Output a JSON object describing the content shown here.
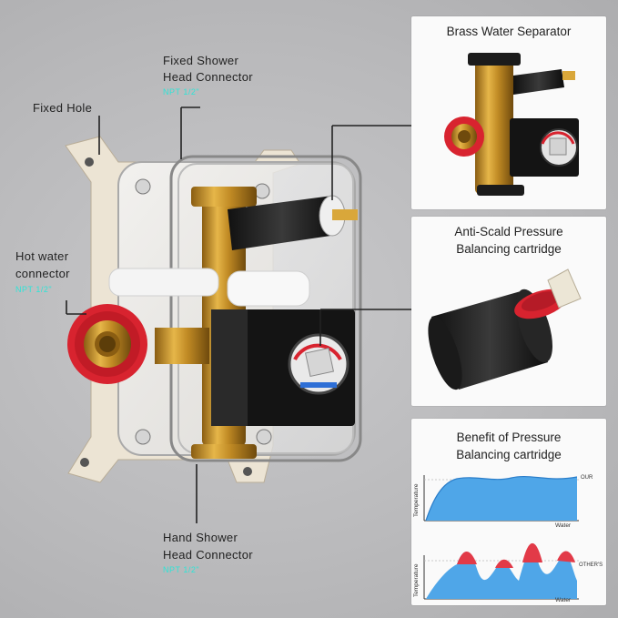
{
  "labels": {
    "fixed_hole": "Fixed Hole",
    "fixed_shower_l1": "Fixed Shower",
    "fixed_shower_l2": "Head Connector",
    "fixed_shower_sub": "NPT 1/2\"",
    "hot_water_l1": "Hot water",
    "hot_water_l2": "connector",
    "hot_water_sub": "NPT 1/2\"",
    "hand_shower_l1": "Hand Shower",
    "hand_shower_l2": "Head Connector",
    "hand_shower_sub": "NPT 1/2\""
  },
  "panels": {
    "separator_title": "Brass Water Separator",
    "cartridge_title_l1": "Anti-Scald Pressure",
    "cartridge_title_l2": "Balancing cartridge",
    "benefit_title_l1": "Benefit of Pressure",
    "benefit_title_l2": "Balancing cartridge"
  },
  "graphs": {
    "y_label": "Temperature",
    "x_label": "Water",
    "top_series": "OUR",
    "bottom_series": "OTHER'S"
  },
  "colors": {
    "accent_cyan": "#2fe4d6",
    "brass": "#c9952f",
    "red_seal": "#d8232f",
    "graph_blue": "#4fa6e8",
    "graph_red": "#e23a48"
  }
}
